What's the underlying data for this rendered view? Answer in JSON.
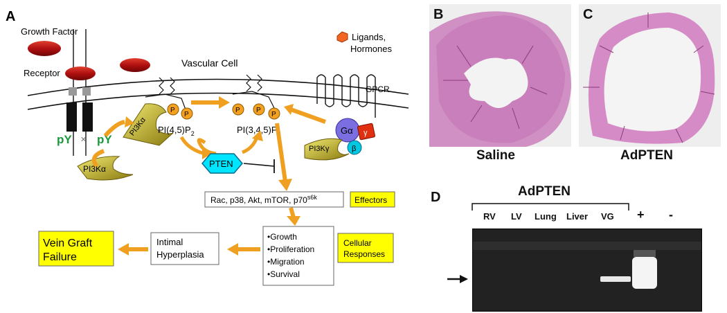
{
  "panels": {
    "a": "A",
    "b": "B",
    "c": "C",
    "d": "D"
  },
  "pathway": {
    "growth_factor": "Growth Factor",
    "receptor": "Receptor",
    "vascular_cell": "Vascular Cell",
    "ligands_line1": "Ligands,",
    "ligands_line2": "Hormones",
    "gpcr": "GPCR",
    "py": "pY",
    "pi3k_alpha": "PI3Kα",
    "pi3k_gamma": "PI3Kγ",
    "g_alpha": "Gα",
    "g_beta": "β",
    "g_gamma": "γ",
    "p": "P",
    "pip2_main": "PI(4,5)P",
    "pip2_sub": "2",
    "pip3_main": "PI(3,4,5)P",
    "pip3_sub": "3",
    "pten": "PTEN",
    "effectors_list": "Rac, p38, Akt, mTOR, p70",
    "effectors_sup": "s6k",
    "effectors_label": "Effectors",
    "responses": [
      "•Growth",
      "•Proliferation",
      "•Migration",
      "•Survival"
    ],
    "cellular_responses_line1": "Cellular",
    "cellular_responses_line2": "Responses",
    "hyperplasia_line1": "Intimal",
    "hyperplasia_line2": "Hyperplasia",
    "failure_line1": "Vein Graft",
    "failure_line2": "Failure"
  },
  "micrographs": {
    "saline": "Saline",
    "adpten": "AdPTEN"
  },
  "gel": {
    "group_label": "AdPTEN",
    "lanes": [
      "RV",
      "LV",
      "Lung",
      "Liver",
      "VG",
      "+",
      "-"
    ]
  },
  "colors": {
    "arrow_orange": "#f0a020",
    "highlight_yellow": "#ffff00",
    "pten_cyan": "#00e5ff",
    "ligand_orange": "#f26522",
    "growth_factor_red": "#b01010",
    "pi3k_olive": "#b8a818",
    "py_green": "#1a9a3a",
    "stain_pink": "#d78fc6"
  }
}
